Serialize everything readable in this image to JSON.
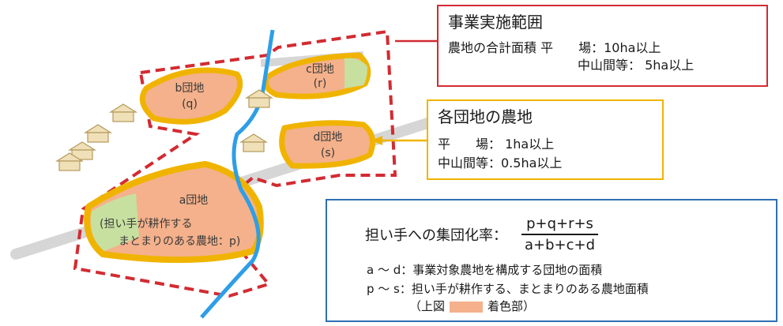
{
  "plots": {
    "b": {
      "name": "b団地",
      "sub": "(q)"
    },
    "c": {
      "name": "c団地",
      "sub": "(r)"
    },
    "d": {
      "name": "d団地",
      "sub": "(s)"
    },
    "a": {
      "name": "a団地",
      "line1": "(担い手が耕作する",
      "line2": "まとまりのある農地：p)"
    }
  },
  "range_box": {
    "title": "事業実施範囲",
    "line1": "農地の合計面積  平　　場：10ha以上",
    "line2": "中山間等：  5ha以上"
  },
  "farm_box": {
    "title": "各団地の農地",
    "line1": "平　　場：  1ha以上",
    "line2": "中山間等：0.5ha以上"
  },
  "rate_box": {
    "label": "担い手への集団化率：",
    "numerator": "p+q+r+s",
    "denominator": "a+b+c+d",
    "line1": "a ～ d：事業対象農地を構成する団地の面積",
    "line2": "p ～ s：担い手が耕作する、まとまりのある農地面積",
    "line3_prefix": "（上図",
    "line3_suffix": "着色部）"
  },
  "colors": {
    "boundary_red": "#d22b32",
    "plot_outline": "#f0b400",
    "plot_fill": "#f4b18b",
    "non_core_green": "#c7e0a0",
    "river_blue": "#2e9ee6",
    "road_gray": "#d6d6d6",
    "rate_border": "#2f6fb3"
  }
}
